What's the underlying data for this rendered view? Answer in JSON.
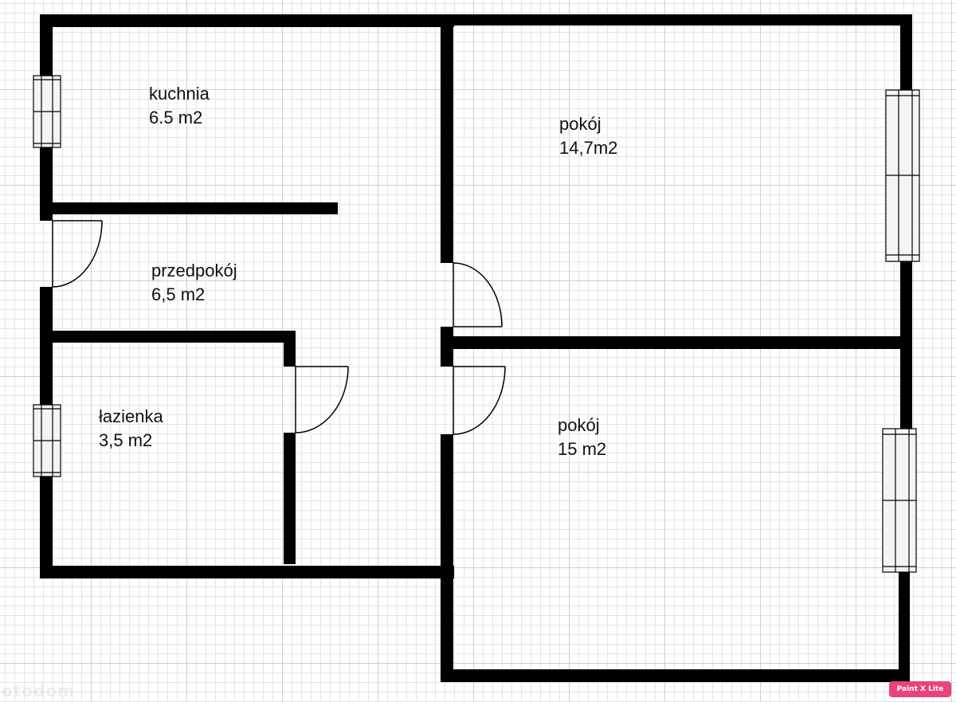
{
  "rooms": {
    "kitchen": {
      "name": "kuchnia",
      "area": "6.5 m2"
    },
    "hallway": {
      "name": "przedpokój",
      "area": "6,5 m2"
    },
    "bathroom": {
      "name": "łazienka",
      "area": "3,5 m2"
    },
    "room_upper": {
      "name": "pokój",
      "area": "14,7m2"
    },
    "room_lower": {
      "name": "pokój",
      "area": "15 m2"
    }
  },
  "watermark": {
    "text": "Paint X Lite",
    "color": "#e8437a"
  },
  "site_mark": {
    "text": "otodom"
  },
  "colors": {
    "wall": "#000000",
    "grid_major": "#cfcfcf",
    "grid_minor": "#e4e4e4",
    "window_glass": "#f4f4f4"
  }
}
